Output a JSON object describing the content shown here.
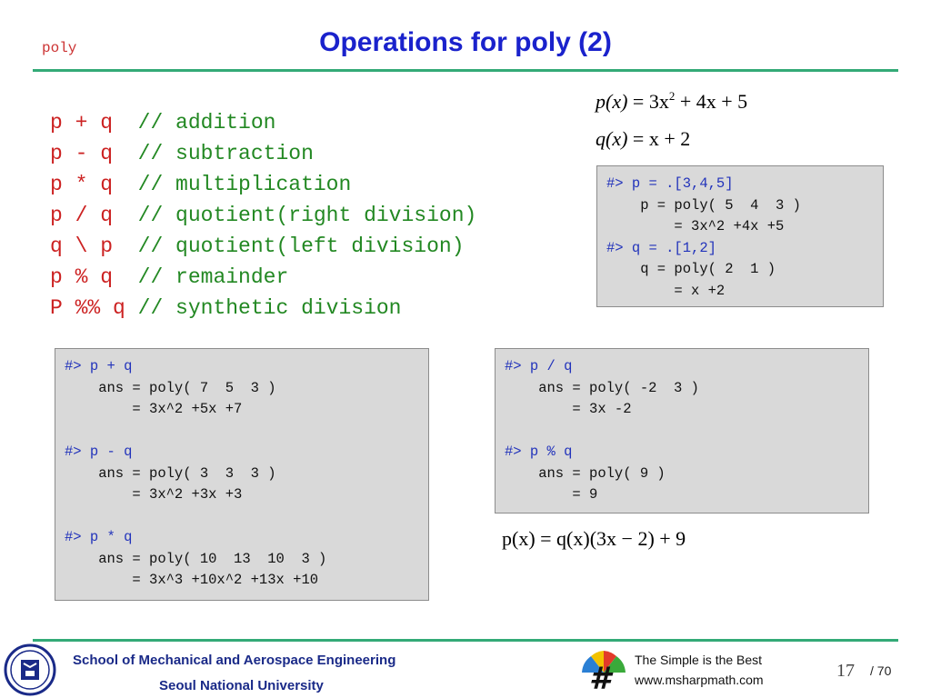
{
  "header": {
    "tag": "poly",
    "title": "Operations for poly (2)"
  },
  "operations": [
    {
      "expr": "p + q ",
      "comment": "// addition"
    },
    {
      "expr": "p - q ",
      "comment": "// subtraction"
    },
    {
      "expr": "p * q ",
      "comment": "// multiplication"
    },
    {
      "expr": "p / q ",
      "comment": "// quotient(right division)"
    },
    {
      "expr": "q \\ p ",
      "comment": "// quotient(left division)"
    },
    {
      "expr": "p % q ",
      "comment": "// remainder"
    },
    {
      "expr": "P %% q",
      "comment": "// synthetic division"
    }
  ],
  "equations": {
    "p_lhs": "p(x)",
    "p_rhs_a": "= 3x",
    "p_exp": "2",
    "p_rhs_b": " + 4x + 5",
    "q_lhs": "q(x)",
    "q_rhs": "= x + 2",
    "division": "p(x) = q(x)(3x − 2) + 9"
  },
  "boxes": {
    "define": [
      {
        "text": "#> p = .[3,4,5]",
        "color": "blue"
      },
      {
        "text": "    p = poly( 5  4  3 )",
        "color": "black"
      },
      {
        "text": "        = 3x^2 +4x +5",
        "color": "black"
      },
      {
        "text": "#> q = .[1,2]",
        "color": "blue"
      },
      {
        "text": "    q = poly( 2  1 )",
        "color": "black"
      },
      {
        "text": "        = x +2",
        "color": "black"
      }
    ],
    "arith": [
      {
        "text": "#> p + q",
        "color": "blue"
      },
      {
        "text": "    ans = poly( 7  5  3 )",
        "color": "black"
      },
      {
        "text": "        = 3x^2 +5x +7",
        "color": "black"
      },
      {
        "text": " ",
        "color": "black"
      },
      {
        "text": "#> p - q",
        "color": "blue"
      },
      {
        "text": "    ans = poly( 3  3  3 )",
        "color": "black"
      },
      {
        "text": "        = 3x^2 +3x +3",
        "color": "black"
      },
      {
        "text": " ",
        "color": "black"
      },
      {
        "text": "#> p * q",
        "color": "blue"
      },
      {
        "text": "    ans = poly( 10  13  10  3 )",
        "color": "black"
      },
      {
        "text": "        = 3x^3 +10x^2 +13x +10",
        "color": "black"
      }
    ],
    "divide": [
      {
        "text": "#> p / q",
        "color": "blue"
      },
      {
        "text": "    ans = poly( -2  3 )",
        "color": "black"
      },
      {
        "text": "        = 3x -2",
        "color": "black"
      },
      {
        "text": " ",
        "color": "black"
      },
      {
        "text": "#> p % q",
        "color": "blue"
      },
      {
        "text": "    ans = poly( 9 )",
        "color": "black"
      },
      {
        "text": "        = 9",
        "color": "black"
      }
    ]
  },
  "footer": {
    "school": "School of Mechanical and Aerospace Engineering",
    "university": "Seoul National University",
    "motto": "The Simple is the Best",
    "website": "www.msharpmath.com",
    "page": "17",
    "total": "/ 70",
    "brand_glyph": "#"
  },
  "colors": {
    "title": "#1a22cc",
    "accent_rule": "#33aa77",
    "code_expr": "#cc2222",
    "code_comment": "#228822",
    "prompt": "#2233bb",
    "box_bg": "#d9d9d9"
  }
}
